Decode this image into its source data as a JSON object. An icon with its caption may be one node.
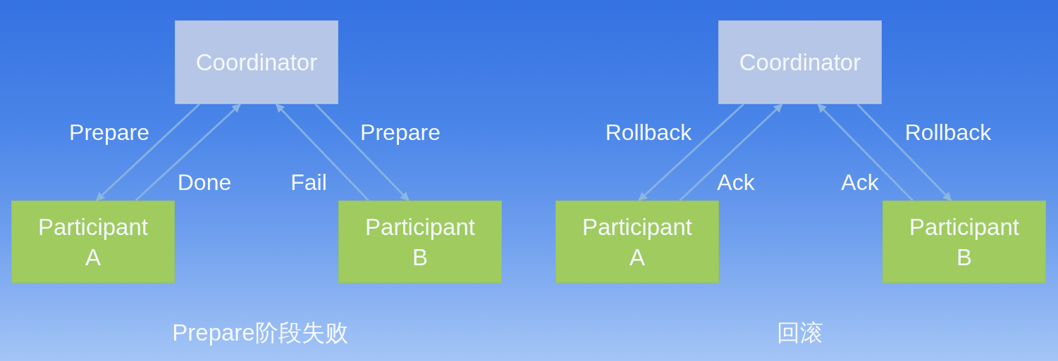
{
  "diagram": {
    "nodes": [
      {
        "text": [
          "Coordinator"
        ]
      },
      {
        "text": [
          "Participant A"
        ]
      },
      {
        "text": [
          "Participant B"
        ]
      },
      {
        "text": [
          "Coordinator"
        ]
      },
      {
        "text": [
          "Participant A"
        ]
      },
      {
        "text": [
          "Participant B"
        ]
      }
    ],
    "edges": [
      {
        "from": 0,
        "to": 1,
        "arrow": "to",
        "label": "Prepare"
      },
      {
        "from": 1,
        "to": 0,
        "arrow": "to",
        "label": "Done"
      },
      {
        "from": 2,
        "to": 0,
        "arrow": "to",
        "label": "Fail"
      },
      {
        "from": 0,
        "to": 2,
        "arrow": "to",
        "label": "Prepare"
      },
      {
        "from": 3,
        "to": 4,
        "arrow": "to",
        "label": "Rollback"
      },
      {
        "from": 4,
        "to": 3,
        "arrow": "to",
        "label": "Ack"
      },
      {
        "from": 5,
        "to": 3,
        "arrow": "to",
        "label": "Ack"
      },
      {
        "from": 3,
        "to": 5,
        "arrow": "to",
        "label": "Rollback"
      }
    ],
    "labels": [
      "Prepare阶段失败",
      "回滚"
    ]
  }
}
